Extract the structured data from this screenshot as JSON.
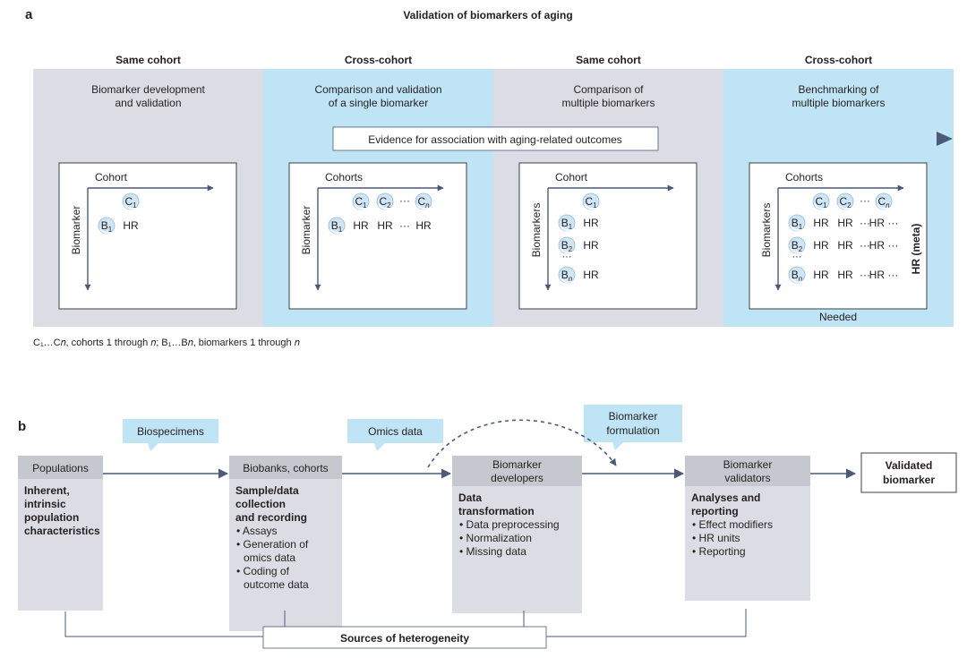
{
  "colors": {
    "gray_panel": "#dcdde4",
    "blue_panel": "#bfe4f5",
    "arrow": "#4b5a78",
    "callout": "#bfe4f5",
    "node_header": "#c6c8d0",
    "node_body": "#dcdde4",
    "bubble": "#cfe6f7",
    "text": "#231f20"
  },
  "panel_a": {
    "label": "a",
    "title": "Validation of biomarkers of aging",
    "columns": [
      {
        "header": "Same cohort",
        "desc": [
          "Biomarker development",
          "and validation"
        ],
        "tone": "gray"
      },
      {
        "header": "Cross-cohort",
        "desc": [
          "Comparison and validation",
          "of a single biomarker"
        ],
        "tone": "blue"
      },
      {
        "header": "Same cohort",
        "desc": [
          "Comparison of",
          "multiple biomarkers"
        ],
        "tone": "gray"
      },
      {
        "header": "Cross-cohort",
        "desc": [
          "Benchmarking of",
          "multiple biomarkers"
        ],
        "tone": "blue"
      }
    ],
    "evidence_label": "Evidence for association with aging-related outcomes",
    "grids": [
      {
        "x_axis": "Cohort",
        "y_axis": "Biomarker",
        "col_heads": [
          "C1"
        ],
        "row_heads": [
          "B1"
        ],
        "cells": [
          [
            "HR"
          ]
        ]
      },
      {
        "x_axis": "Cohorts",
        "y_axis": "Biomarker",
        "col_heads": [
          "C1",
          "C2",
          "···",
          "Cn"
        ],
        "row_heads": [
          "B1"
        ],
        "cells": [
          [
            "HR",
            "HR",
            "···",
            "HR"
          ]
        ]
      },
      {
        "x_axis": "Cohort",
        "y_axis": "Biomarkers",
        "col_heads": [
          "C1"
        ],
        "row_heads": [
          "B1",
          "B2",
          "···",
          "Bn"
        ],
        "cells": [
          [
            "HR"
          ],
          [
            "HR"
          ],
          [
            ""
          ],
          [
            "HR"
          ]
        ]
      },
      {
        "x_axis": "Cohorts",
        "y_axis": "Biomarkers",
        "col_heads": [
          "C1",
          "C2",
          "···",
          "Cn"
        ],
        "row_heads": [
          "B1",
          "B2",
          "···",
          "Bn"
        ],
        "cells": [
          [
            "HR",
            "HR",
            "···",
            "HR ···"
          ],
          [
            "HR",
            "HR",
            "···",
            "HR ···"
          ],
          [
            ""
          ],
          [
            "HR",
            "HR",
            "···",
            "HR ···"
          ]
        ],
        "meta_label": "HR (meta)",
        "footer": "Needed"
      }
    ],
    "caption": "C₁…C𝑛, cohorts 1 through 𝑛; B₁…B𝑛, biomarkers 1 through 𝑛"
  },
  "panel_b": {
    "label": "b",
    "callouts": [
      "Biospecimens",
      "Omics data",
      "Biomarker formulation"
    ],
    "nodes": [
      {
        "header": [
          "Populations"
        ],
        "bold": [
          "Inherent,",
          "intrinsic",
          "population",
          "characteristics"
        ],
        "items": []
      },
      {
        "header": [
          "Biobanks, cohorts"
        ],
        "bold": [
          "Sample/data",
          "collection",
          "and recording"
        ],
        "items": [
          [
            "Assays"
          ],
          [
            "Generation of",
            "omics data"
          ],
          [
            "Coding of",
            "outcome data"
          ]
        ]
      },
      {
        "header": [
          "Biomarker",
          "developers"
        ],
        "bold": [
          "Data",
          "transformation"
        ],
        "items": [
          [
            "Data preprocessing"
          ],
          [
            "Normalization"
          ],
          [
            "Missing data"
          ]
        ]
      },
      {
        "header": [
          "Biomarker",
          "validators"
        ],
        "bold": [
          "Analyses and",
          "reporting"
        ],
        "items": [
          [
            "Effect modifiers"
          ],
          [
            "HR units"
          ],
          [
            "Reporting"
          ]
        ]
      }
    ],
    "result": [
      "Validated",
      "biomarker"
    ],
    "heterogeneity": "Sources of heterogeneity"
  }
}
